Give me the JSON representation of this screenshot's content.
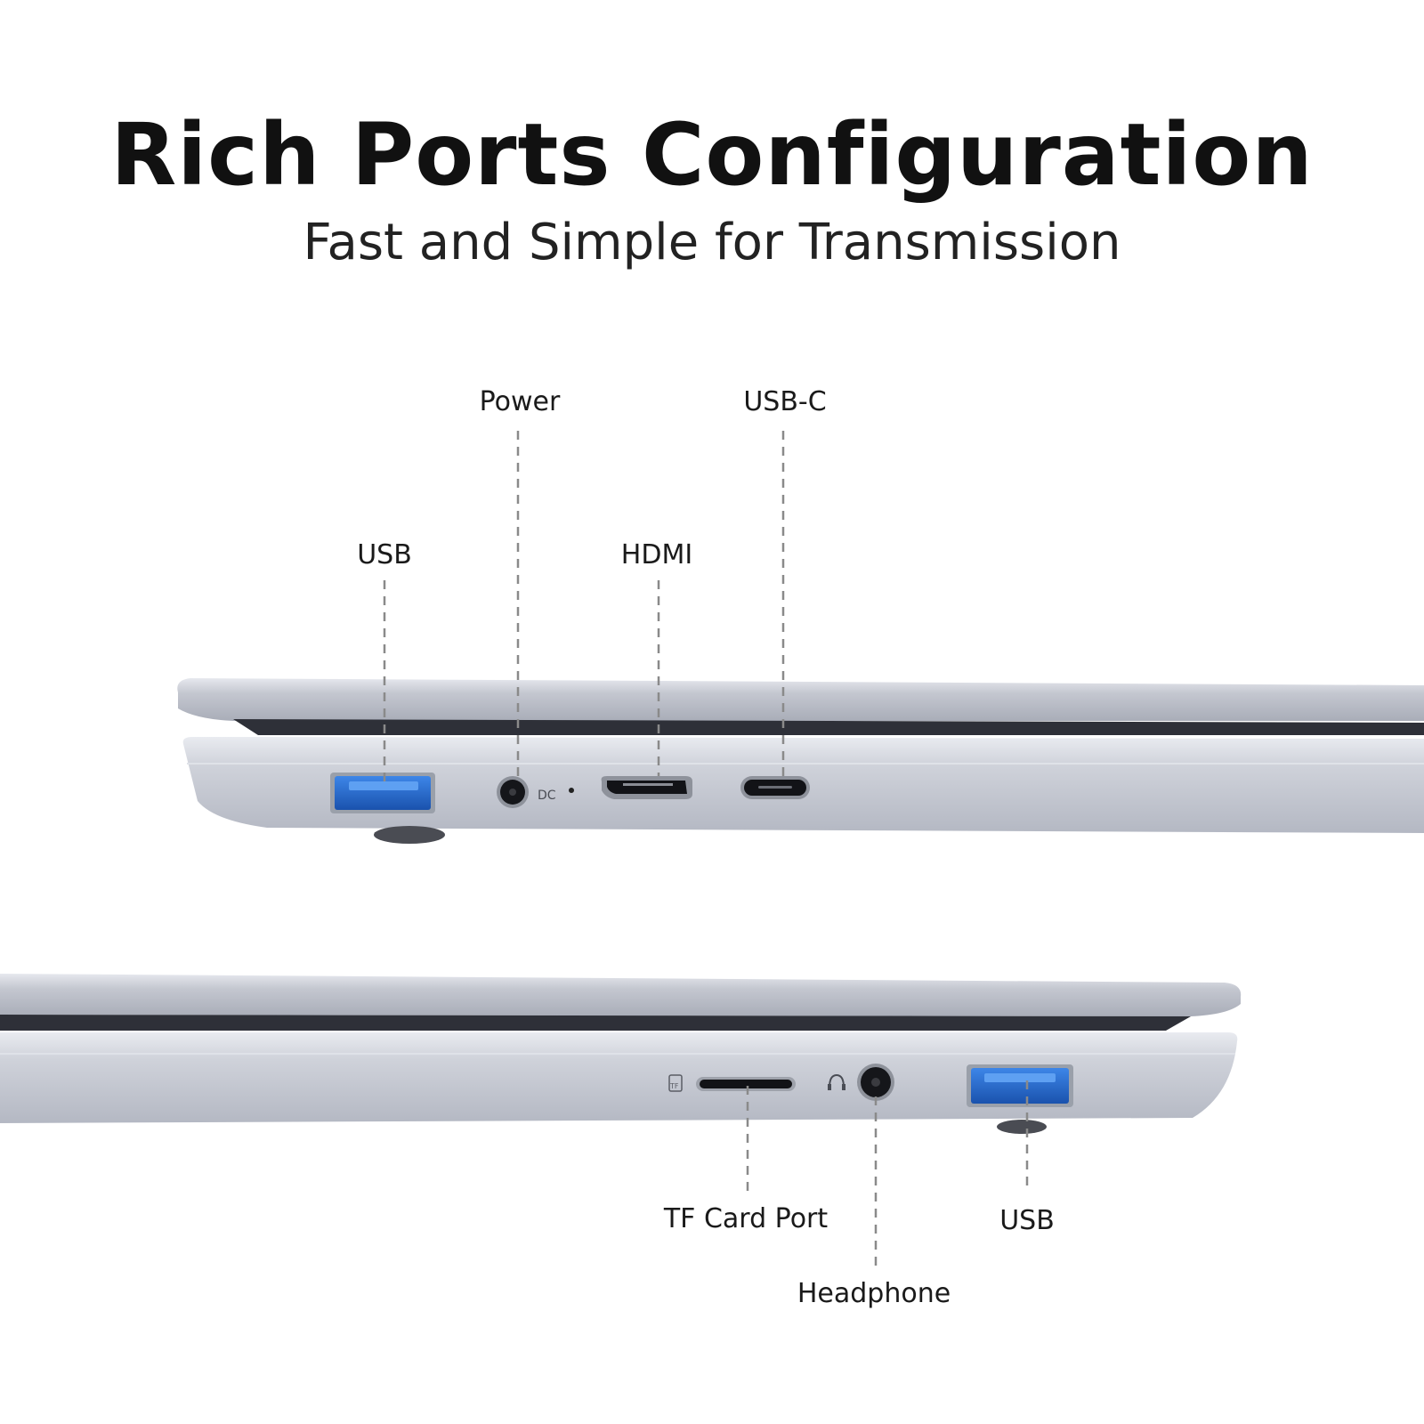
{
  "header": {
    "title": "Rich Ports Configuration",
    "subtitle": "Fast and Simple for Transmission"
  },
  "left_side_ports": {
    "usb_label": "USB",
    "power_label": "Power",
    "hdmi_label": "HDMI",
    "usbc_label": "USB-C",
    "dc_marking": "DC"
  },
  "right_side_ports": {
    "tf_card_label": "TF Card Port",
    "headphone_label": "Headphone",
    "usb_label": "USB",
    "tf_marking": "TF"
  },
  "colors": {
    "chassis": "#b9bcc6",
    "usb_blue": "#1f63c8",
    "leader_line": "#8a8a8a"
  }
}
